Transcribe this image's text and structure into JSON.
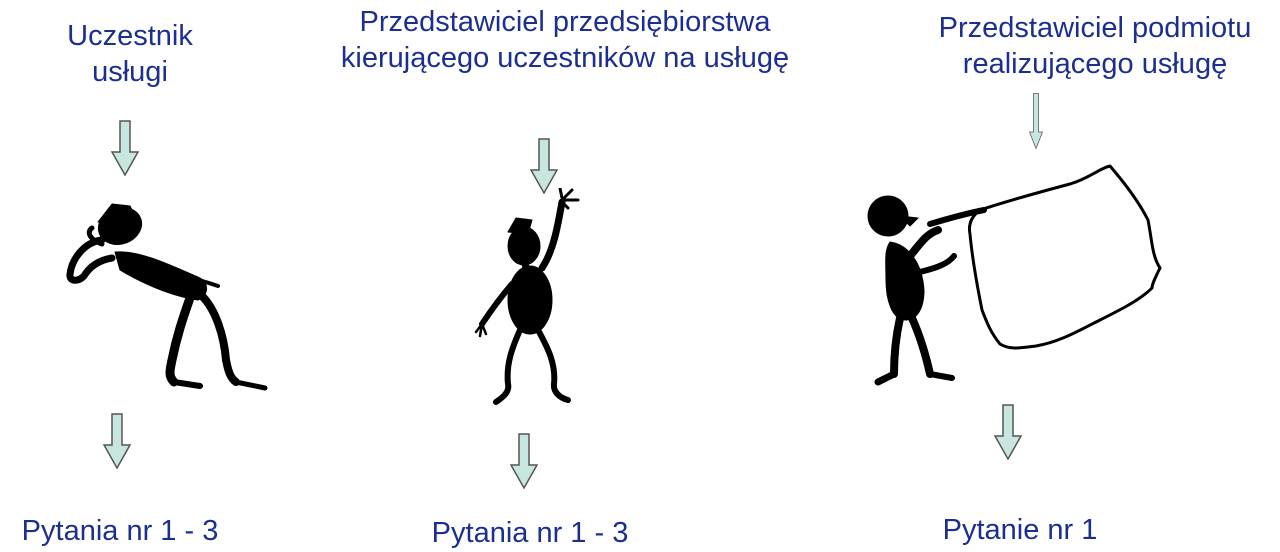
{
  "columns": [
    {
      "role_lines": [
        "Uczestnik",
        "usługi"
      ],
      "question": "Pytania nr 1 - 3",
      "figure_icon": "person-pulling-icon"
    },
    {
      "role_lines": [
        "Przedstawiciel przedsiębiorstwa",
        "kierującego uczestników na usługę"
      ],
      "question": "Pytania nr 1 - 3",
      "figure_icon": "person-waving-icon"
    },
    {
      "role_lines": [
        "Przedstawiciel podmiotu",
        "realizującego usługę"
      ],
      "question": "Pytanie nr 1",
      "figure_icon": "person-holding-board-icon"
    }
  ],
  "colors": {
    "text": "#1c2f8f",
    "arrow_fill": "#c8e6e0",
    "arrow_stroke": "#555555",
    "figure": "#000000"
  }
}
